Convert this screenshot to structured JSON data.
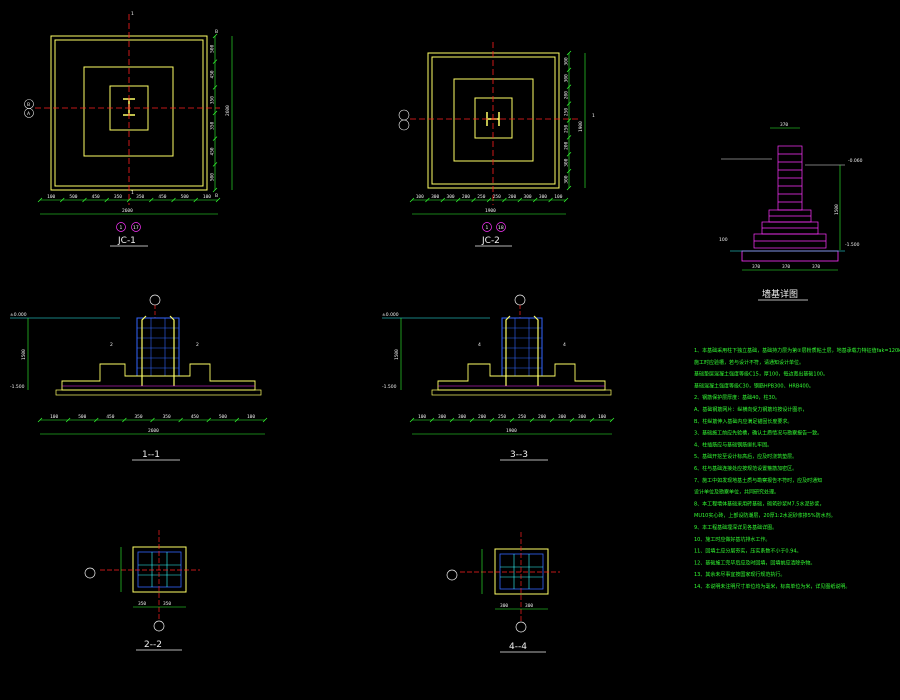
{
  "plans": {
    "j1": {
      "title": "JC-1",
      "tag_left": "1",
      "tag_right": "17",
      "grid_top": "1",
      "grid_bottom": "1",
      "grid_a": "B",
      "grid_b": "A",
      "right_tag_top": "B",
      "right_tag_bottom": "B",
      "bottom_dims": [
        "100",
        "500",
        "450",
        "350",
        "350",
        "450",
        "500",
        "100"
      ],
      "bottom_total": "2600",
      "right_dims": [
        "500",
        "450",
        "350",
        "350",
        "450",
        "500"
      ],
      "right_total": "2600"
    },
    "j2": {
      "title": "JC-2",
      "tag_left": "1",
      "tag_right": "18",
      "grid_right": "1",
      "bottom_dims": [
        "100",
        "300",
        "300",
        "200",
        "250",
        "250",
        "200",
        "300",
        "300",
        "100"
      ],
      "bottom_total": "1900",
      "right_dims": [
        "300",
        "300",
        "200",
        "250",
        "250",
        "200",
        "300",
        "300"
      ],
      "right_total": "1900"
    }
  },
  "sections": {
    "s11": {
      "title": "1--1",
      "top_label": "±0.000",
      "left_label": "1500",
      "bot_label": "-1.500",
      "cut_left": "2",
      "cut_right": "2",
      "bottom_dims": [
        "100",
        "500",
        "450",
        "350",
        "350",
        "450",
        "500",
        "100"
      ],
      "bottom_total": "2600"
    },
    "s33": {
      "title": "3--3",
      "top_label": "±0.000",
      "left_label": "1500",
      "bot_label": "-1.500",
      "cut_left": "4",
      "cut_right": "4",
      "bottom_dims": [
        "100",
        "300",
        "300",
        "200",
        "250",
        "250",
        "200",
        "300",
        "300",
        "100"
      ],
      "bottom_total": "1900"
    },
    "s22": {
      "title": "2--2",
      "dims": [
        "350",
        "350"
      ]
    },
    "s44": {
      "title": "4--4",
      "dims": [
        "300",
        "300"
      ]
    }
  },
  "wall_detail": {
    "title": "墙基详图",
    "top_dim": "370",
    "bottom_dims": [
      "370",
      "370",
      "370"
    ],
    "labels": [
      "-0.060",
      "1500",
      "-1.500",
      "100"
    ]
  },
  "notes": [
    "1、本基础采用柱下独立基础，基础持力层为第②层粉质粘土层，地基承载力特征值fak=120kPa。",
    "   施工时应验槽，若与设计不符，请通知设计单位。",
    "   基础垫层混凝土强度等级C15，厚100，每边宽出基础100。",
    "   基础混凝土强度等级C30，钢筋HPB300、HRB400。",
    "2、钢筋保护层厚度：基础40，柱30。",
    "   A、基础钢筋网片：纵横向受力钢筋均按设计图示，",
    "   B、柱纵筋伸入基础内应满足锚固长度要求。",
    "3、基础施工前应先验槽，确认土质情况与勘察报告一致。",
    "4、柱插筋应与基础钢筋绑扎牢固。",
    "5、基础开挖至设计标高后，应及时浇筑垫层。",
    "6、柱与基础连接处应按规范设置箍筋加密区。",
    "7、施工中如发现地基土质与勘察报告不符时，应及时通知",
    "   设计单位及勘察单位，共同研究处理。",
    "8、本工程墙体基础采用砖基础，砌筑砂浆M7.5水泥砂浆，",
    "   MU10实心砖，上部设防潮层，20厚1:2水泥砂浆掺5%防水剂。",
    "9、本工程基础埋深详见各基础详图。",
    "10、施工时应做好基坑排水工作。",
    "11、回填土应分层夯实，压实系数不小于0.94。",
    "12、基础施工完毕后应及时回填，回填前应清除杂物。",
    "13、其余未尽事宜按国家现行规范执行。",
    "14、本说明未注明尺寸单位均为毫米，标高单位为米，详见图纸说明。"
  ],
  "colors": {
    "outline": "#ffff66",
    "center": "#ff2020",
    "dim_green": "#33ff33",
    "column_blue": "#3366ff",
    "rebar_magenta": "#ff33ff",
    "cyan": "#33ffff",
    "white": "#f0f0f0"
  }
}
